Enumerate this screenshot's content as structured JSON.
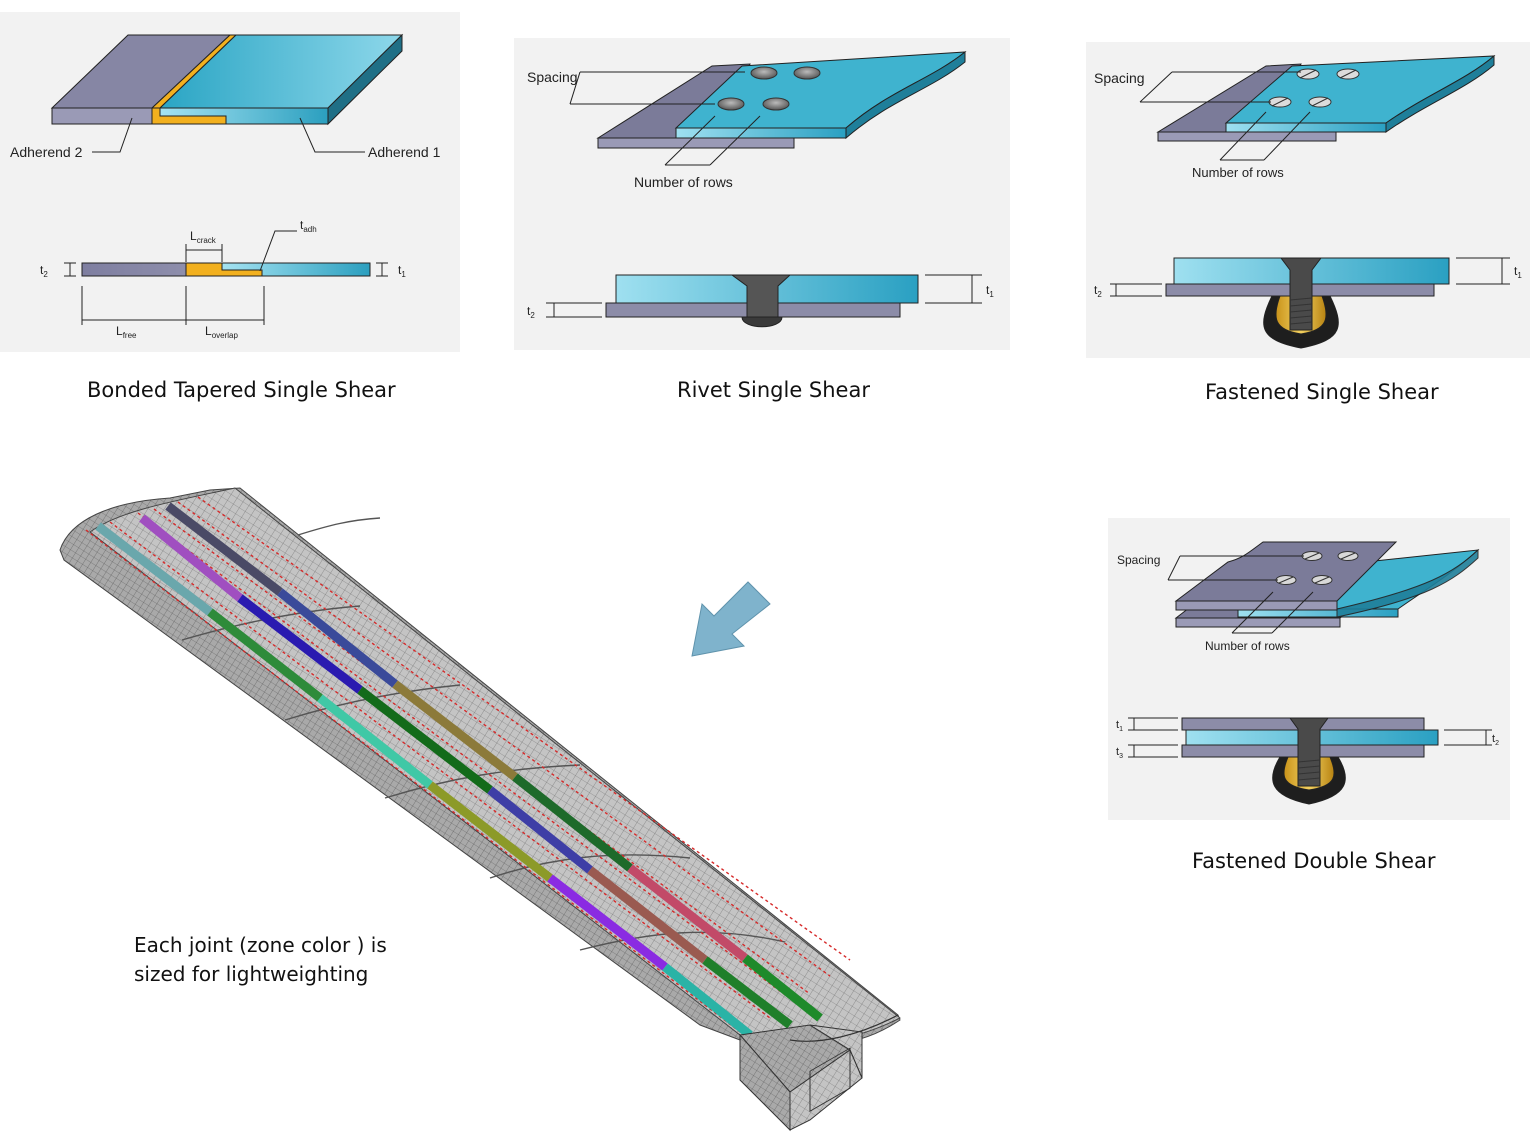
{
  "panels": {
    "bonded": {
      "caption": "Bonded Tapered Single Shear",
      "adherend2": "Adherend 2",
      "adherend1": "Adherend 1",
      "t2_base": "t",
      "t2_sub": "2",
      "t1_base": "t",
      "t1_sub": "1",
      "lcrack_base": "L",
      "lcrack_sub": "crack",
      "tadh_base": "t",
      "tadh_sub": "adh",
      "lfree_base": "L",
      "lfree_sub": "free",
      "loverlap_base": "L",
      "loverlap_sub": "overlap"
    },
    "rivet": {
      "caption": "Rivet Single Shear",
      "spacing": "Spacing",
      "rows": "Number of rows",
      "t1_base": "t",
      "t1_sub": "1",
      "t2_base": "t",
      "t2_sub": "2"
    },
    "fastened_single": {
      "caption": "Fastened Single Shear",
      "spacing": "Spacing",
      "rows": "Number of rows",
      "t1_base": "t",
      "t1_sub": "1",
      "t2_base": "t",
      "t2_sub": "2"
    },
    "fastened_double": {
      "caption": "Fastened Double Shear",
      "spacing": "Spacing",
      "rows": "Number of rows",
      "t1_base": "t",
      "t1_sub": "1",
      "t2_base": "t",
      "t2_sub": "2",
      "t3_base": "t",
      "t3_sub": "3"
    }
  },
  "wing_note": {
    "line1": "Each joint (zone color ) is",
    "line2": "sized for lightweighting"
  },
  "colors": {
    "adherend_blue": "#3fb3cf",
    "adherend_gray": "#8a8aa6",
    "adhesive": "#f2b01e",
    "arrow": "#7fb3cc"
  }
}
